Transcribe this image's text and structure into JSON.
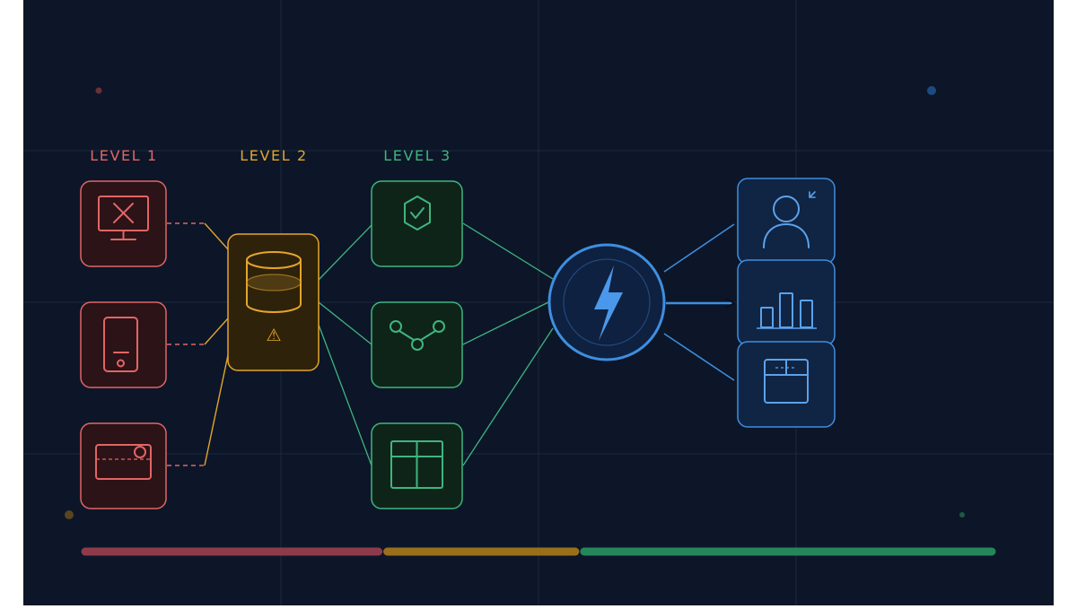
{
  "colors": {
    "background": "#0c1628",
    "level1": "#e26565",
    "level2": "#e3a52c",
    "level3": "#3fb57e",
    "accent": "#3f8ee0",
    "progress_red": "#8e3a4a",
    "progress_amber": "#9a6f1c",
    "progress_green": "#24865a"
  },
  "levels": [
    {
      "label": "LEVEL 1",
      "color": "#e26565"
    },
    {
      "label": "LEVEL 2",
      "color": "#e3a52c"
    },
    {
      "label": "LEVEL 3",
      "color": "#3fb57e"
    }
  ],
  "level1_nodes": [
    {
      "icon": "monitor-error-icon"
    },
    {
      "icon": "smartphone-icon"
    },
    {
      "icon": "credit-card-icon"
    }
  ],
  "level2_node": {
    "icon": "database-icon",
    "badge": "⚠"
  },
  "level3_nodes": [
    {
      "icon": "shield-check-icon"
    },
    {
      "icon": "node-graph-icon"
    },
    {
      "icon": "table-grid-icon"
    }
  ],
  "hub": {
    "icon": "lightning-bolt-icon"
  },
  "output_nodes": [
    {
      "icon": "user-icon"
    },
    {
      "icon": "bar-chart-icon"
    },
    {
      "icon": "window-icon"
    }
  ],
  "progress_segments": [
    {
      "name": "level-1",
      "fraction": 0.33,
      "color": "#8e3a4a"
    },
    {
      "name": "level-2",
      "fraction": 0.215,
      "color": "#9a6f1c"
    },
    {
      "name": "level-3",
      "fraction": 0.455,
      "color": "#24865a"
    }
  ]
}
